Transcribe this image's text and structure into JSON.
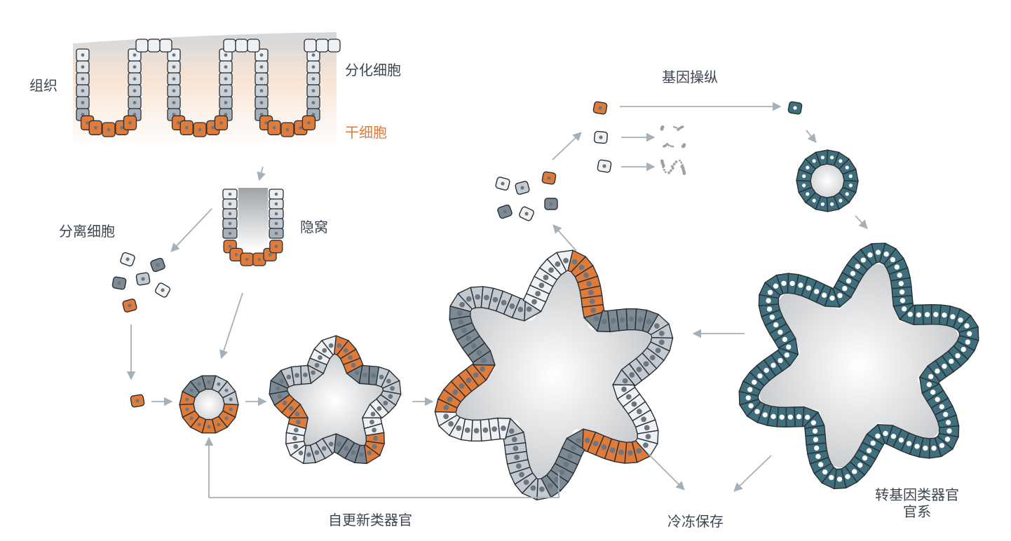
{
  "labels": {
    "tissue": "组织",
    "differentiated_cells": "分化细胞",
    "stem_cells": "干细胞",
    "crypt": "隐窝",
    "isolated_cells": "分离细胞",
    "genetic_manipulation": "基因操纵",
    "self_renewing_organoid": "自更新类器官",
    "cryopreservation": "冷冻保存",
    "transgenic_organoid_line_1": "转基因类器官",
    "transgenic_organoid_line_2": "官系"
  },
  "colors": {
    "stem_orange": "#e07b39",
    "cell_light": "#eef1f3",
    "cell_mid": "#c3cbd1",
    "cell_dark": "#7d8a94",
    "transgenic_teal": "#3f6f7c",
    "arrow_gray": "#a6b0b8",
    "outline": "#2a2f35",
    "text": "#3d4650"
  }
}
